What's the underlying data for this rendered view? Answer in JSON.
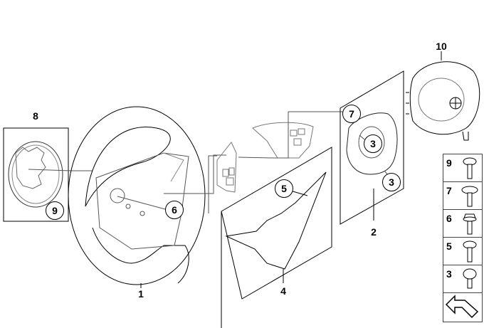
{
  "labels": {
    "part_1": "1",
    "part_2": "2",
    "part_4": "4",
    "part_8": "8",
    "part_10": "10"
  },
  "callouts": {
    "c9_box8": "9",
    "c6": "6",
    "c7": "7",
    "c3_upper": "3",
    "c3_lower": "3",
    "c5": "5"
  },
  "legend": {
    "items": [
      {
        "number": "9",
        "icon": "pan-head-screw-icon"
      },
      {
        "number": "7",
        "icon": "flange-screw-icon"
      },
      {
        "number": "6",
        "icon": "hex-flange-screw-icon"
      },
      {
        "number": "5",
        "icon": "pan-head-screw-icon"
      },
      {
        "number": "3",
        "icon": "short-screw-icon"
      }
    ],
    "arrow_icon": "direction-arrow-icon"
  }
}
